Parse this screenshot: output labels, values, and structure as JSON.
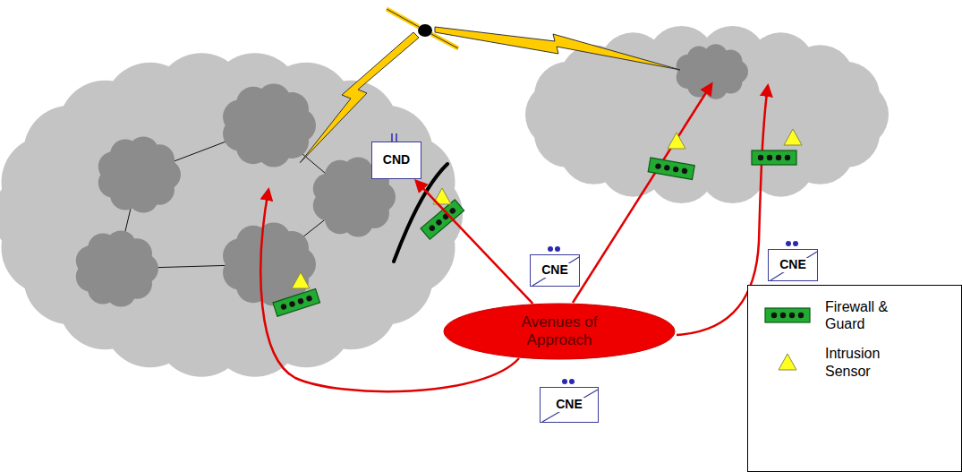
{
  "diagram": {
    "nodes": [
      {
        "text": [
          "CND"
        ]
      },
      {
        "text": [
          "CNE"
        ]
      },
      {
        "text": [
          "CNE"
        ]
      },
      {
        "text": [
          "Avenues of Approach"
        ]
      },
      {
        "text": [
          "CNE"
        ]
      }
    ],
    "edges": [
      {
        "from": 3,
        "to": 0,
        "arrow": "to"
      }
    ],
    "legend": [
      {
        "text": "Firewall & Guard"
      },
      {
        "text": "Intrusion Sensor"
      }
    ]
  }
}
